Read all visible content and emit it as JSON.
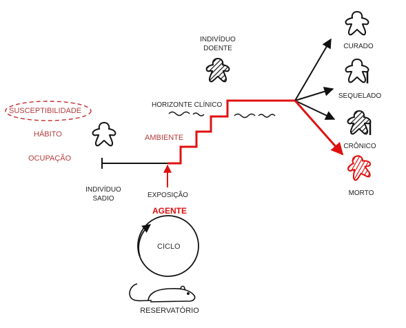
{
  "factors": {
    "susceptibility": "SUSCEPTIBILIDADE",
    "habit": "HÁBITO",
    "occupation": "OCUPAÇÃO"
  },
  "individuals": {
    "healthy": [
      "INDIVÍDUO",
      "SADIO"
    ],
    "sick": [
      "INDIVÍDUO",
      "DOENTE"
    ]
  },
  "stages": {
    "exposure": "EXPOSIÇÃO",
    "environment": "AMBIENTE",
    "clinical_horizon": "HORIZONTE CLÍNICO",
    "agent": "AGENTE",
    "cycle": "CICLO",
    "reservoir": "RESERVATÓRIO"
  },
  "outcomes": [
    {
      "label": "CURADO"
    },
    {
      "label": "SEQUELADO"
    },
    {
      "label": "CRÔNICO"
    },
    {
      "label": "MORTO",
      "highlight": true
    }
  ],
  "colors": {
    "highlight": "#e01010",
    "factor_text": "#b23b3b",
    "line": "#111111"
  },
  "icons": {
    "person_healthy": "person-outline-icon",
    "person_sick": "person-hatched-icon",
    "person_dead": "person-red-hatched-icon",
    "reservoir": "rat-icon"
  }
}
